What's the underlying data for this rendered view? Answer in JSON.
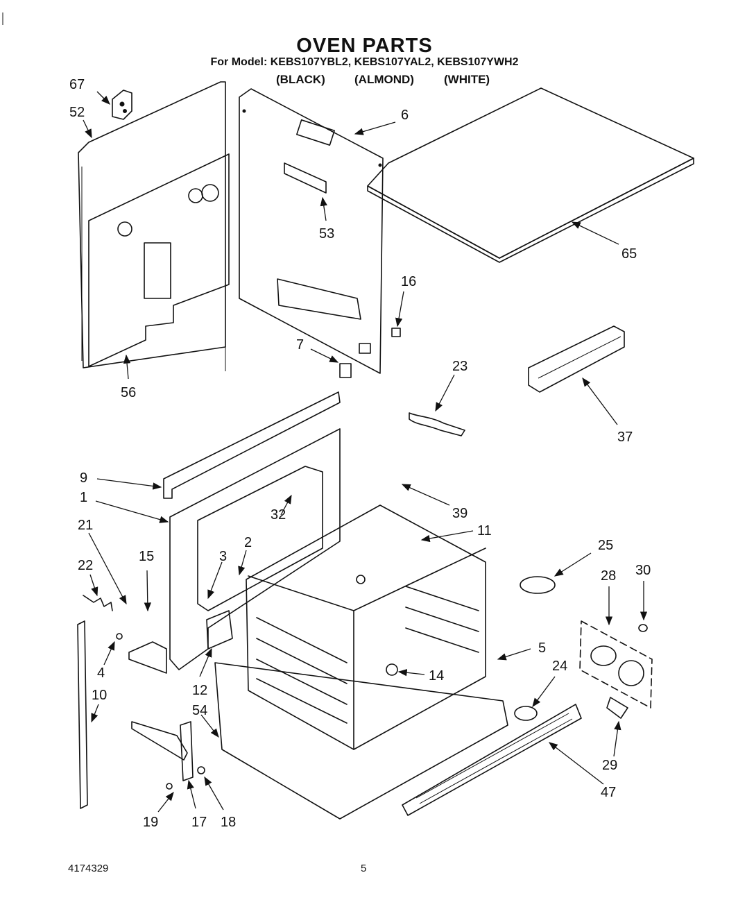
{
  "header": {
    "title": "OVEN PARTS",
    "model_line": "For Model: KEBS107YBL2, KEBS107YAL2, KEBS107YWH2",
    "colors": [
      "(BLACK)",
      "(ALMOND)",
      "(WHITE)"
    ]
  },
  "footer": {
    "doc_number": "4174329",
    "page_number": "5"
  },
  "callouts": [
    "67",
    "52",
    "6",
    "53",
    "65",
    "56",
    "16",
    "7",
    "23",
    "37",
    "9",
    "1",
    "39",
    "32",
    "11",
    "21",
    "2",
    "3",
    "25",
    "28",
    "30",
    "22",
    "15",
    "4",
    "5",
    "24",
    "14",
    "12",
    "54",
    "10",
    "29",
    "47",
    "19",
    "17",
    "18"
  ]
}
